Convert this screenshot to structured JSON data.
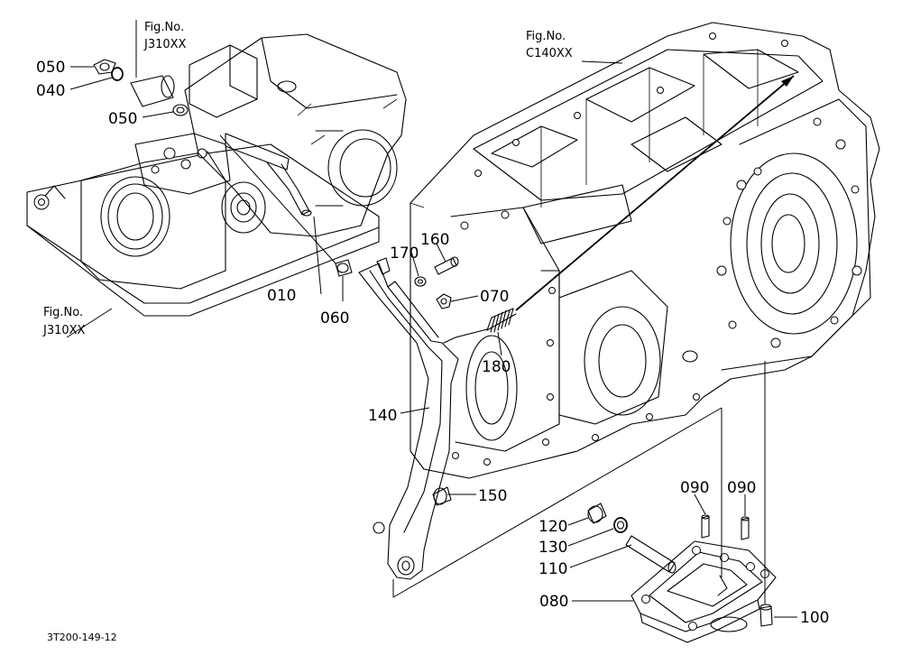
{
  "figure_refs": [
    {
      "id": "fig-ref-top-left",
      "line1": "Fig.No.",
      "line2": "J310XX"
    },
    {
      "id": "fig-ref-top-right",
      "line1": "Fig.No.",
      "line2": "C140XX"
    },
    {
      "id": "fig-ref-left",
      "line1": "Fig.No.",
      "line2": "J310XX"
    }
  ],
  "part_labels": [
    {
      "id": "050",
      "text": "050"
    },
    {
      "id": "040",
      "text": "040"
    },
    {
      "id": "050b",
      "text": "050"
    },
    {
      "id": "010",
      "text": "010"
    },
    {
      "id": "060",
      "text": "060"
    },
    {
      "id": "170",
      "text": "170"
    },
    {
      "id": "160",
      "text": "160"
    },
    {
      "id": "070",
      "text": "070"
    },
    {
      "id": "180",
      "text": "180"
    },
    {
      "id": "140",
      "text": "140"
    },
    {
      "id": "150",
      "text": "150"
    },
    {
      "id": "120",
      "text": "120"
    },
    {
      "id": "130",
      "text": "130"
    },
    {
      "id": "110",
      "text": "110"
    },
    {
      "id": "090a",
      "text": "090"
    },
    {
      "id": "090b",
      "text": "090"
    },
    {
      "id": "080",
      "text": "080"
    },
    {
      "id": "100",
      "text": "100"
    }
  ],
  "drawing_code": "3T200-149-12"
}
